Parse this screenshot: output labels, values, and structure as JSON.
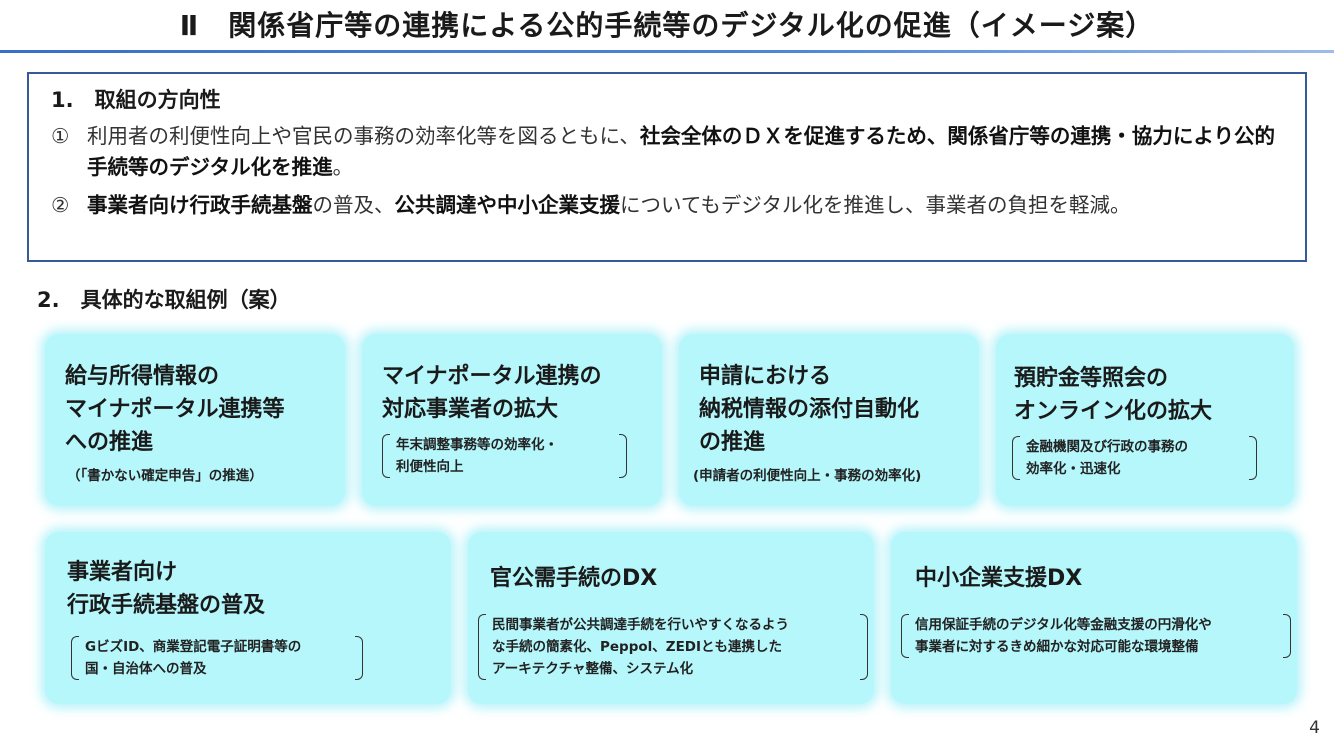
{
  "header": {
    "title": "Ⅱ　関係省庁等の連携による公的手続等のデジタル化の促進（イメージ案）"
  },
  "policy": {
    "heading": "1.　取組の方向性",
    "items": [
      {
        "num": "①",
        "text_a": "利用者の利便性向上や官民の事務の効率化等を図るともに、",
        "bold_a": "社会全体のＤＸを促進するため、関係省庁等の連携・協力により公的手続等のデジタル化を推進",
        "text_b": "。"
      },
      {
        "num": "②",
        "bold_a": "事業者向け行政手続基盤",
        "text_a": "の普及、",
        "bold_b": "公共調達や中小企業支援",
        "text_b": "についてもデジタル化を推進し、事業者の負担を軽減。"
      }
    ]
  },
  "section2": {
    "heading": "2.　具体的な取組例（案）"
  },
  "cards": [
    {
      "title_lines": [
        "給与所得情報の",
        "マイナポータル連携等",
        "への推進"
      ],
      "sub": "（「書かない確定申告」の推進）"
    },
    {
      "title_lines": [
        "マイナポータル連携の",
        "対応事業者の拡大"
      ],
      "bracket_lines": [
        "年末調整事務等の効率化・",
        "利便性向上"
      ]
    },
    {
      "title_lines": [
        "申請における",
        "納税情報の添付自動化",
        "の推進"
      ],
      "sub": "(申請者の利便性向上・事務の効率化)"
    },
    {
      "title_lines": [
        "預貯金等照会の",
        "オンライン化の拡大"
      ],
      "bracket_lines": [
        "金融機関及び行政の事務の",
        "効率化・迅速化"
      ]
    },
    {
      "title_lines": [
        "事業者向け",
        "行政手続基盤の普及"
      ],
      "bracket_lines": [
        "GビズID、商業登記電子証明書等の",
        "国・自治体への普及"
      ]
    },
    {
      "title_lines": [
        "官公需手続のDX"
      ],
      "bracket_lines": [
        "民間事業者が公共調達手続を行いやすくなるよう",
        "な手続の簡素化、Peppol、ZEDIとも連携した",
        "アーキテクチャ整備、システム化"
      ]
    },
    {
      "title_lines": [
        "中小企業支援DX"
      ],
      "bracket_lines": [
        "信用保証手続のデジタル化等金融支援の円滑化や",
        "事業者に対するきめ細かな対応可能な環境整備"
      ]
    }
  ],
  "footer": {
    "page_number": "4"
  },
  "colors": {
    "card_bg": "#b5f7fb",
    "box_border": "#355a98",
    "title_rule": "#3a6fc9"
  }
}
